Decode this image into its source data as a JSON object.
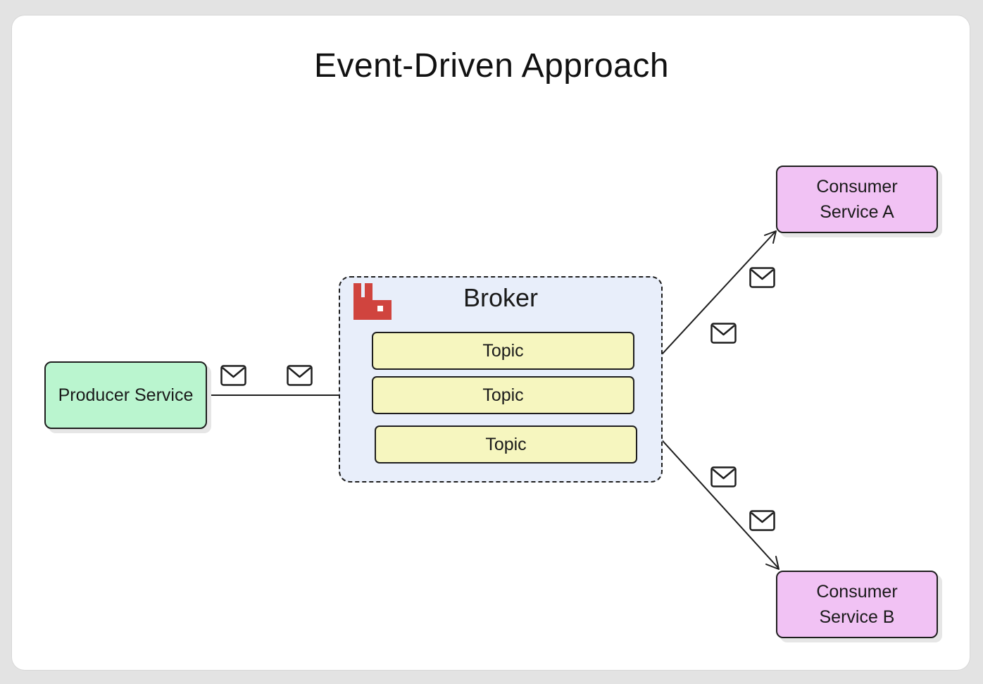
{
  "diagram": {
    "title": "Event-Driven Approach",
    "producer": {
      "label": "Producer Service"
    },
    "broker": {
      "label": "Broker",
      "logo_icon": "rabbitmq-logo-icon",
      "topics": [
        "Topic",
        "Topic",
        "Topic"
      ]
    },
    "consumers": [
      {
        "label": "Consumer Service A"
      },
      {
        "label": "Consumer Service B"
      }
    ],
    "message_icon": "envelope-icon",
    "colors": {
      "producer_fill": "#baf5cf",
      "consumer_fill": "#f1c2f4",
      "broker_fill": "#e8eefa",
      "topic_fill": "#f6f6bf",
      "logo": "#d0443e"
    }
  }
}
